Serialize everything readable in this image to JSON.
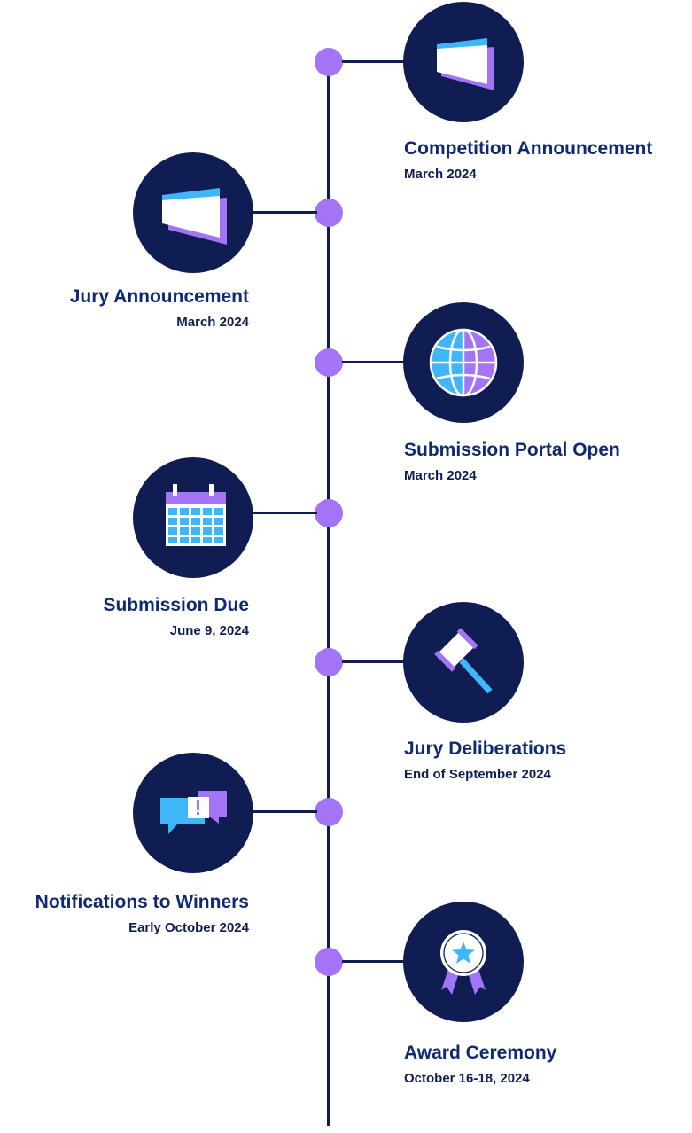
{
  "colors": {
    "navy": "#0f1d52",
    "title_blue": "#0f2a73",
    "purple": "#a374f6",
    "sky": "#3fb6f7"
  },
  "milestones": [
    {
      "title": "Competition Announcement",
      "date": "March 2024",
      "icon": "trapezoid-logo-icon"
    },
    {
      "title": "Jury Announcement",
      "date": "March 2024",
      "icon": "trapezoid-logo-icon"
    },
    {
      "title": "Submission Portal Open",
      "date": "March 2024",
      "icon": "globe-icon"
    },
    {
      "title": "Submission Due",
      "date": "June 9, 2024",
      "icon": "calendar-icon"
    },
    {
      "title": "Jury Deliberations",
      "date": "End of September 2024",
      "icon": "gavel-icon"
    },
    {
      "title": "Notifications to Winners",
      "date": "Early October 2024",
      "icon": "chat-bubbles-icon"
    },
    {
      "title": "Award Ceremony",
      "date": "October 16-18, 2024",
      "icon": "award-ribbon-icon"
    }
  ]
}
